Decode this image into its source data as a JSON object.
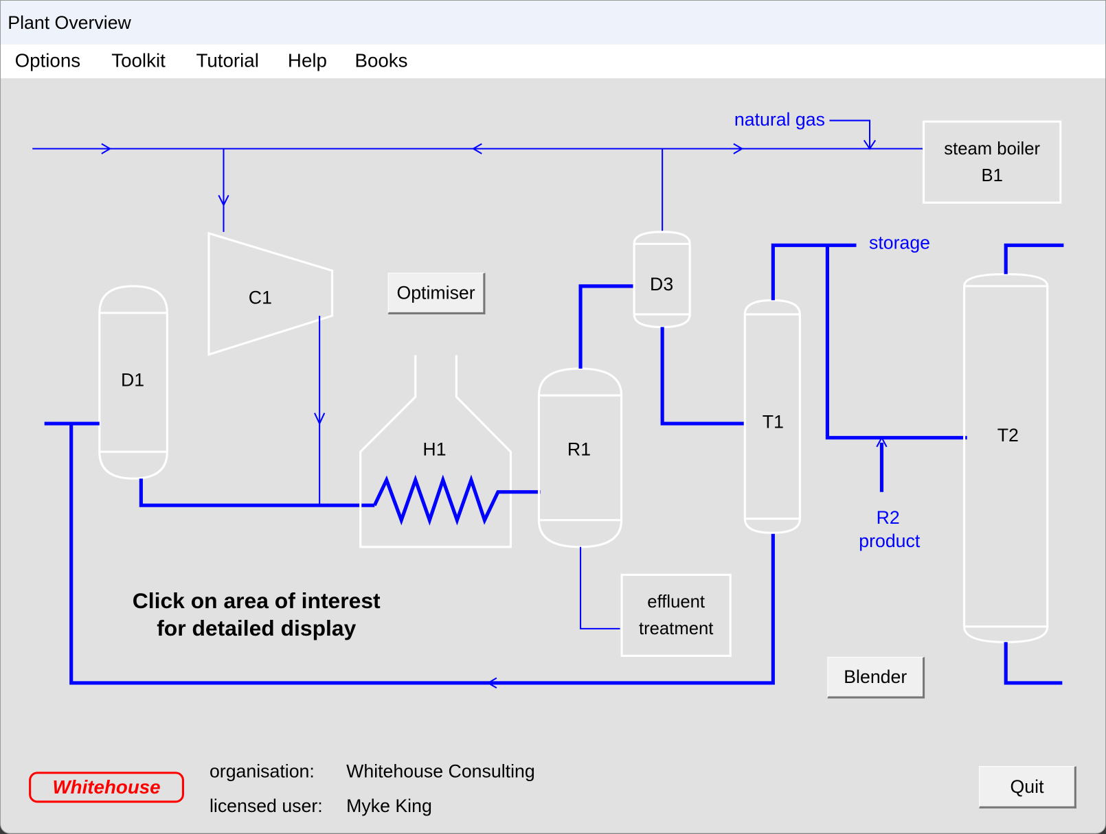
{
  "window": {
    "title": "Plant Overview"
  },
  "menu": [
    "Options",
    "Toolkit",
    "Tutorial",
    "Help",
    "Books"
  ],
  "equipment": {
    "boiler": [
      "steam boiler",
      "B1"
    ],
    "c1": "C1",
    "d1": "D1",
    "h1": "H1",
    "r1": "R1",
    "d3": "D3",
    "t1": "T1",
    "t2": "T2",
    "effluent": [
      "effluent",
      "treatment"
    ]
  },
  "streams": {
    "natural_gas": "natural gas",
    "storage": "storage",
    "r2_product": [
      "R2",
      "product"
    ]
  },
  "buttons": {
    "optimiser": "Optimiser",
    "blender": "Blender",
    "quit": "Quit"
  },
  "hint": [
    "Click on area of interest",
    "for detailed display"
  ],
  "footer": {
    "logo": "Whitehouse",
    "organisation_label": "organisation:",
    "organisation": "Whitehouse Consulting",
    "user_label": "licensed user:",
    "user": "Myke King"
  },
  "colors": {
    "stream": "#0000ff",
    "equipment": "#ffffff",
    "logo": "#ff0000",
    "background": "#e1e1e1"
  }
}
